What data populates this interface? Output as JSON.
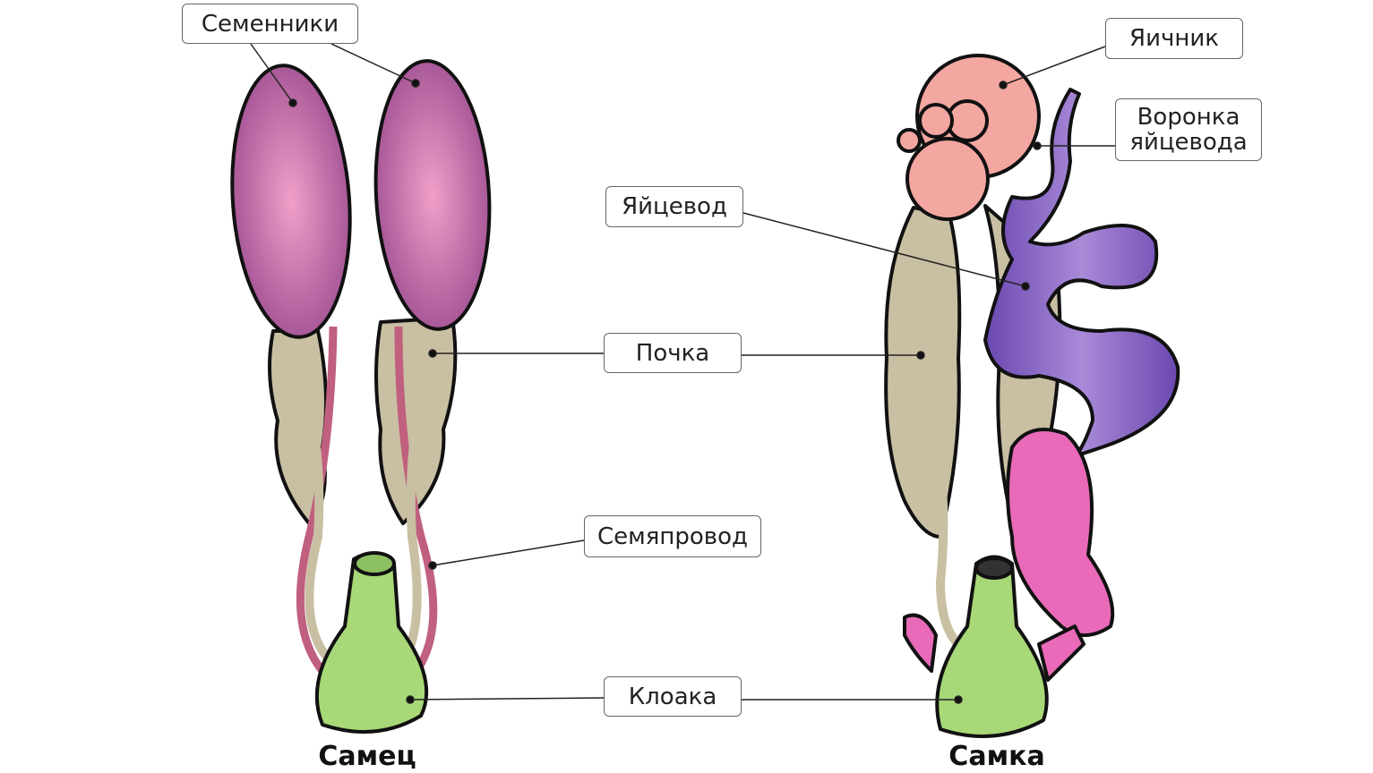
{
  "labels": {
    "testes": "Семенники",
    "ovary": "Яичник",
    "infundibulum": "Воронка яйцевода",
    "oviduct": "Яйцевод",
    "kidney": "Почка",
    "vas_deferens": "Семяпровод",
    "cloaca": "Клоака"
  },
  "captions": {
    "male": "Самец",
    "female": "Самка"
  },
  "colors": {
    "testis": "#b05aa0",
    "kidney": "#c9bfa3",
    "cloaca": "#a8d878",
    "ovary": "#f4a6a0",
    "oviduct": "#7d5cc0",
    "shell_gland": "#e86ab8",
    "duct": "#c0607e"
  }
}
